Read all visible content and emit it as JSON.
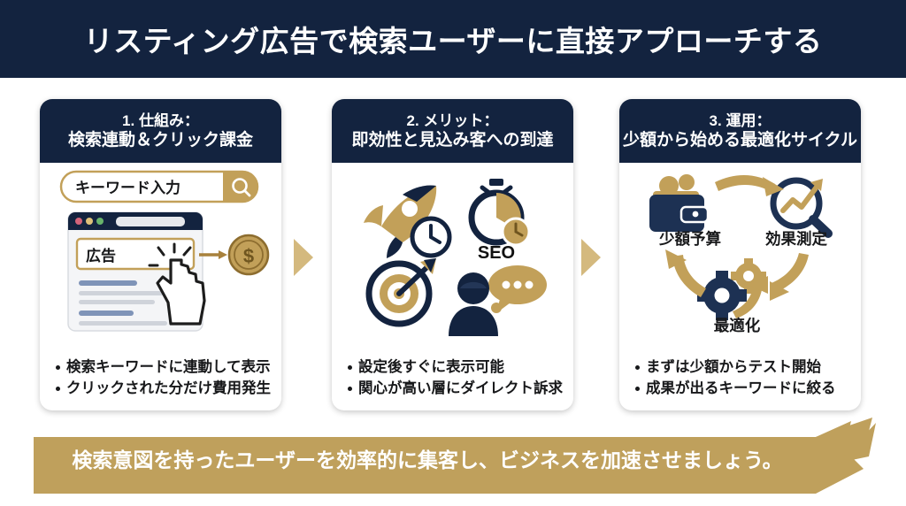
{
  "header": {
    "title": "リスティング広告で検索ユーザーに直接アプローチする",
    "bg_color": "#13233f",
    "text_color": "#ffffff"
  },
  "theme": {
    "navy": "#13233f",
    "gold": "#c2a059",
    "gold_light": "#d4b97e",
    "page_bg": "#ffffff"
  },
  "cards": [
    {
      "number_line": "1. 仕組み：",
      "subtitle_line": "検索連動＆クリック課金",
      "art": {
        "search_box_value": "キーワード入力",
        "search_icon": "magnifier-icon",
        "browser_ad_label": "広告",
        "coin_symbol": "$",
        "cursor_icon": "pointing-hand-cursor-icon"
      },
      "bullets": [
        "検索キーワードに連動して表示",
        "クリックされた分だけ費用発生"
      ]
    },
    {
      "number_line": "2. メリット：",
      "subtitle_line": "即効性と見込み客への到達",
      "art": {
        "icons": [
          "rocket-clock-icon",
          "stopwatch-icon",
          "target-arrow-icon",
          "person-speech-bubble-icon"
        ],
        "seo_label": "SEO"
      },
      "bullets": [
        "設定後すぐに表示可能",
        "関心が高い層にダイレクト訴求"
      ]
    },
    {
      "number_line": "3. 運用：",
      "subtitle_line": "少額から始める最適化サイクル",
      "art": {
        "cycle": [
          {
            "icon": "wallet-icon",
            "label": "少額予算"
          },
          {
            "icon": "magnifier-chart-icon",
            "label": "効果測定"
          },
          {
            "icon": "gears-icon",
            "label": "最適化"
          }
        ]
      },
      "bullets": [
        "まずは少額からテスト開始",
        "成果が出るキーワードに絞る"
      ]
    }
  ],
  "connectors": {
    "icon": "arrow-right-triangle-icon",
    "count": 2
  },
  "footer": {
    "text": "検索意図を持ったユーザーを効率的に集客し、ビジネスを加速させましょう。",
    "bg_color": "#bfa05c",
    "text_color": "#ffffff",
    "arrow_icon": "arrow-up-right-icon"
  }
}
